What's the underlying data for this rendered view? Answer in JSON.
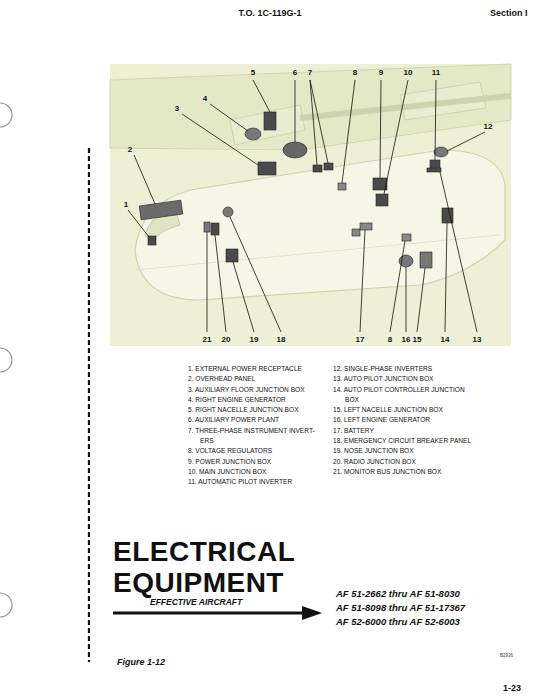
{
  "diagram": {
    "title": "ELECTRICAL EQUIPMENT",
    "caption": "Figure 1-12",
    "labels": [
      "T.O. 1C-119G-1",
      "Section I",
      "5",
      "6",
      "7",
      "8",
      "9",
      "10",
      "11",
      "12",
      "4",
      "3",
      "2",
      "1",
      "21",
      "20",
      "19",
      "18",
      "17",
      "8",
      "16",
      "15",
      "14",
      "13",
      "1. EXTERNAL POWER RECEPTACLE",
      "2. OVERHEAD PANEL",
      "3. AUXILIARY FLOOR JUNCTION BOX",
      "4. RIGHT ENGINE GENERATOR",
      "5. RIGHT NACELLE JUNCTION BOX",
      "6. AUXILIARY POWER PLANT",
      "7. THREE-PHASE INSTRUMENT INVERT- ERS",
      "8. VOLTAGE REGULATORS",
      "9. POWER JUNCTION BOX",
      "10. MAIN JUNCTION BOX",
      "11. AUTOMATIC PILOT INVERTER",
      "12. SINGLE-PHASE INVERTERS",
      "13. AUTO PILOT JUNCTION BOX",
      "14. AUTO PILOT CONTROLLER JUNCTION BOX",
      "15. LEFT NACELLE JUNCTION BOX",
      "16. LEFT ENGINE GENERATOR",
      "17. BATTERY",
      "18. EMERGENCY CIRCUIT BREAKER PANEL",
      "19. NOSE JUNCTION BOX",
      "20. RADIO JUNCTION BOX",
      "21. MONITOR BUS JUNCTION BOX",
      "EFFECTIVE AIRCRAFT",
      "AF 51-2662 thru AF 51-8030",
      "AF 51-8098 thru AF 51-17367",
      "AF 52-6000 thru AF 52-6003",
      "B2936",
      "1-23"
    ]
  }
}
